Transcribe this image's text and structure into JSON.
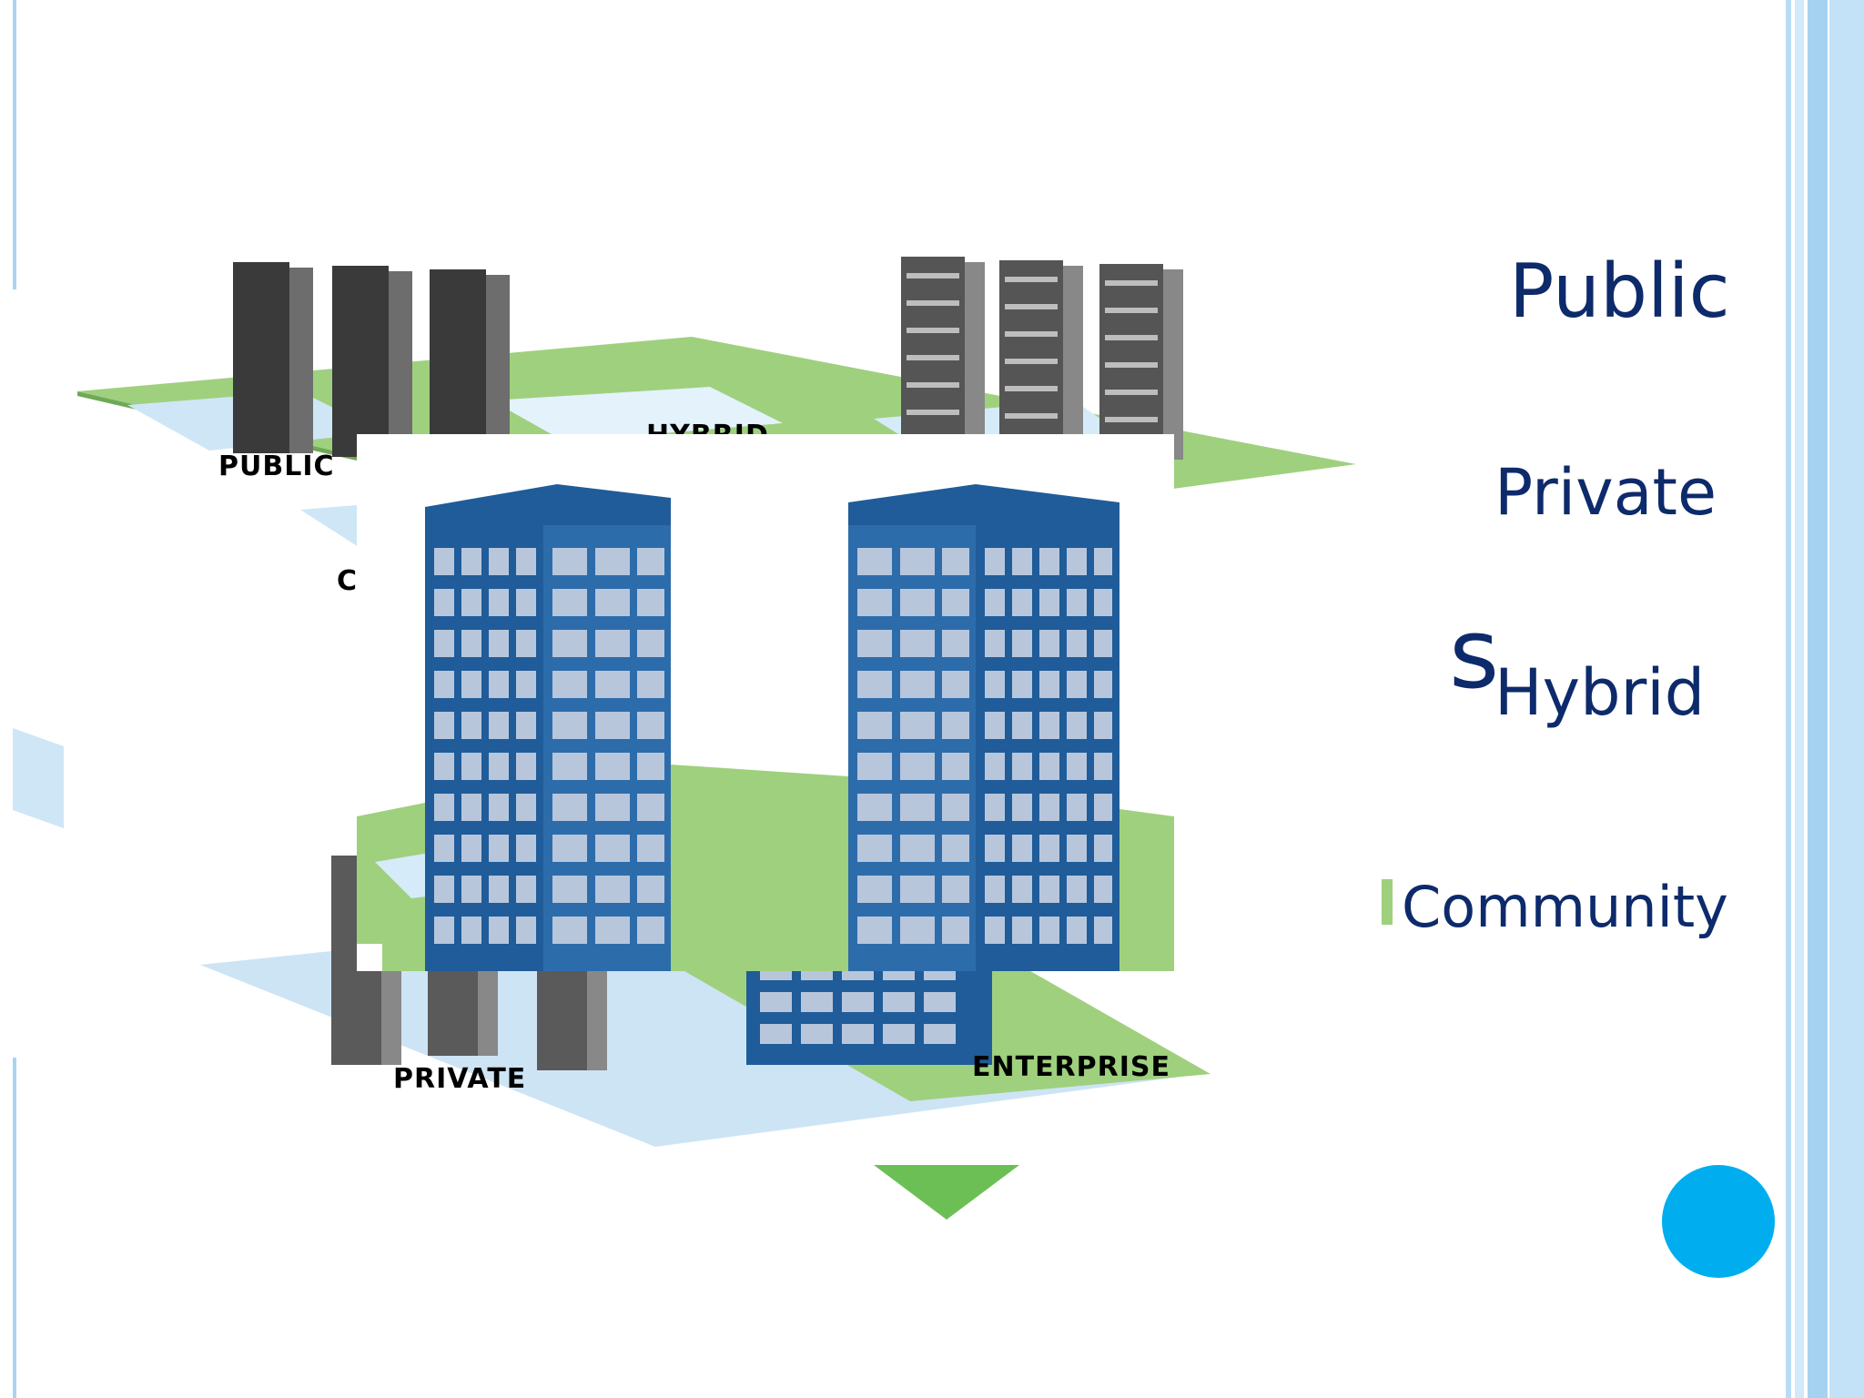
{
  "slide": {
    "bullets": [
      "Public",
      "Private",
      "Hybrid",
      "Community"
    ],
    "partial_glyph": "s"
  },
  "image": {
    "labels": {
      "public": "PUBLIC",
      "hybrid": "HYBRID",
      "private": "PRIVATE",
      "enterprise": "ENTERPRISE",
      "cut": "C"
    }
  },
  "colors": {
    "text": "#0d2a6b",
    "accent_circle": "#00aeef",
    "border": "#a8d4f2",
    "land": "#8fc86e",
    "building": "#1f5c99"
  }
}
